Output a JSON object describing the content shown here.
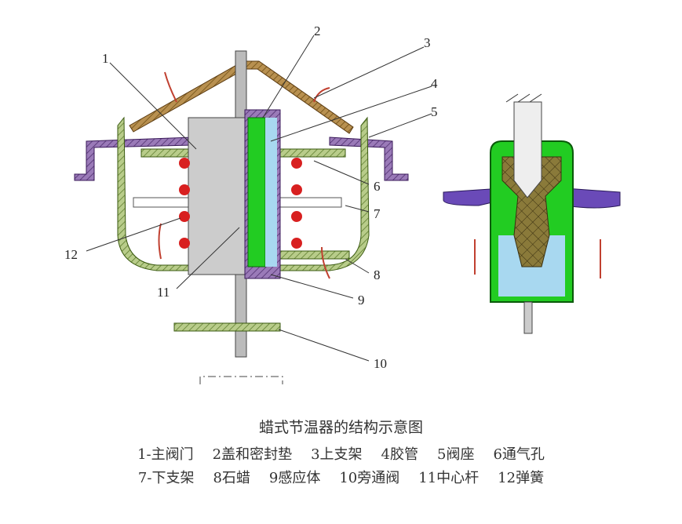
{
  "title": "蜡式节温器的结构示意图",
  "callouts": [
    "1",
    "2",
    "3",
    "4",
    "5",
    "6",
    "7",
    "8",
    "9",
    "10",
    "11",
    "12"
  ],
  "legend_row1": [
    "1-主阀门",
    "2盖和密封垫",
    "3上支架",
    "4胶管",
    "5阀座",
    "6通气孔"
  ],
  "legend_row2": [
    "7-下支架",
    "8石蜡",
    "9感应体",
    "10旁通阀",
    "11中心杆",
    "12弹簧"
  ],
  "colors": {
    "frame": "#7a5a1e",
    "valve": "#8fae5a",
    "seat": "#7a5a9a",
    "rubber": "#22cc22",
    "wax": "#6b5a2a",
    "fluid": "#a8d8f0",
    "spring": "#d82020",
    "arrow": "#c04030"
  }
}
